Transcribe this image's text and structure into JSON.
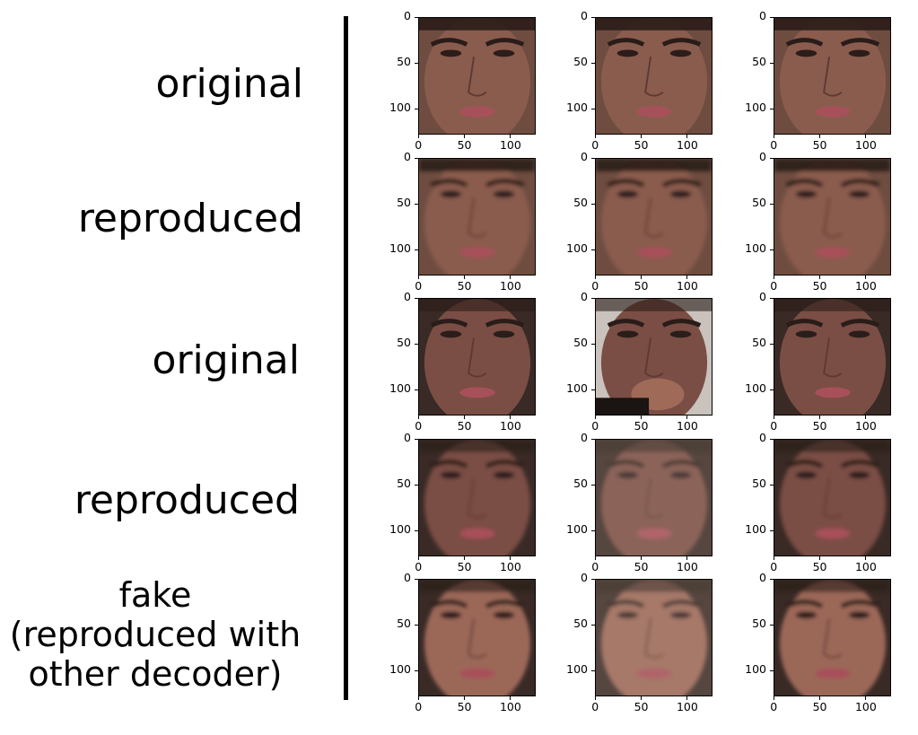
{
  "row_labels": {
    "row1": "original",
    "row2": "reproduced",
    "row3": "original",
    "row4": "reproduced",
    "row5_line1": "fake",
    "row5_line2": "(reproduced with",
    "row5_line3": "other decoder)"
  },
  "axis": {
    "x_ticks": [
      "0",
      "50",
      "100"
    ],
    "y_ticks": [
      "0",
      "50",
      "100"
    ]
  },
  "colors": {
    "skin_a": "#8a5c4e",
    "skin_b": "#9b6758",
    "skin_c": "#7a4e45",
    "hair": "#2a1c18",
    "lips": "#a8505a",
    "background_light": "#c9c2bd",
    "background_dark": "#3a2a26"
  },
  "panels": [
    {
      "row": 1,
      "col": 1,
      "subject": "face-a-original"
    },
    {
      "row": 1,
      "col": 2,
      "subject": "face-a-original"
    },
    {
      "row": 1,
      "col": 3,
      "subject": "face-a-original"
    },
    {
      "row": 2,
      "col": 1,
      "subject": "face-a-reproduced"
    },
    {
      "row": 2,
      "col": 2,
      "subject": "face-a-reproduced"
    },
    {
      "row": 2,
      "col": 3,
      "subject": "face-a-reproduced"
    },
    {
      "row": 3,
      "col": 1,
      "subject": "face-b-original"
    },
    {
      "row": 3,
      "col": 2,
      "subject": "face-b-original-hand"
    },
    {
      "row": 3,
      "col": 3,
      "subject": "face-b-original"
    },
    {
      "row": 4,
      "col": 1,
      "subject": "face-b-reproduced"
    },
    {
      "row": 4,
      "col": 2,
      "subject": "face-b-reproduced-blurry"
    },
    {
      "row": 4,
      "col": 3,
      "subject": "face-b-reproduced"
    },
    {
      "row": 5,
      "col": 1,
      "subject": "face-fake"
    },
    {
      "row": 5,
      "col": 2,
      "subject": "face-fake-noisy"
    },
    {
      "row": 5,
      "col": 3,
      "subject": "face-fake"
    }
  ]
}
